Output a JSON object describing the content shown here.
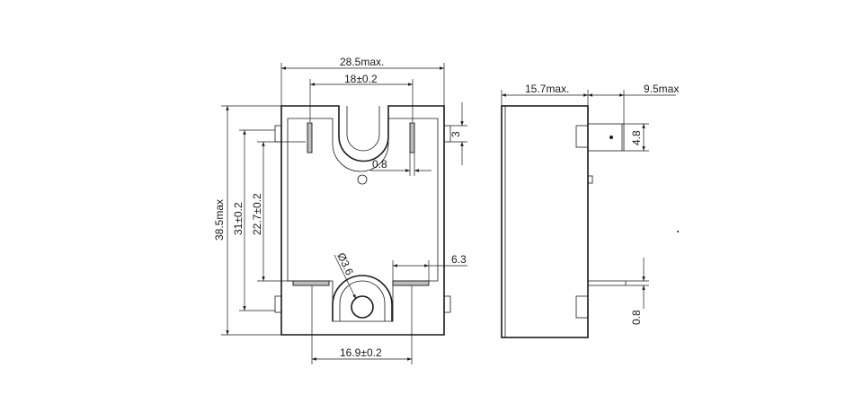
{
  "dimensions": {
    "overall_width": "28.5max.",
    "top_hole_spacing": "18±0.2",
    "bottom_hole_spacing": "16.9±0.2",
    "overall_height": "38.5max",
    "vertical_span_31": "31±0.2",
    "vertical_span_22_7": "22.7±0.2",
    "top_tab": "3",
    "terminal_offset": "0.8",
    "hole_diameter": "Ø3.6",
    "terminal_width": "6.3",
    "side_depth": "15.7max.",
    "side_terminal_length": "9.5max",
    "side_terminal_width": "4.8",
    "side_terminal_thickness": "0.8"
  },
  "colors": {
    "line": "#1a1a1a",
    "pin_fill": "#bdbdbd",
    "background": "#ffffff"
  }
}
